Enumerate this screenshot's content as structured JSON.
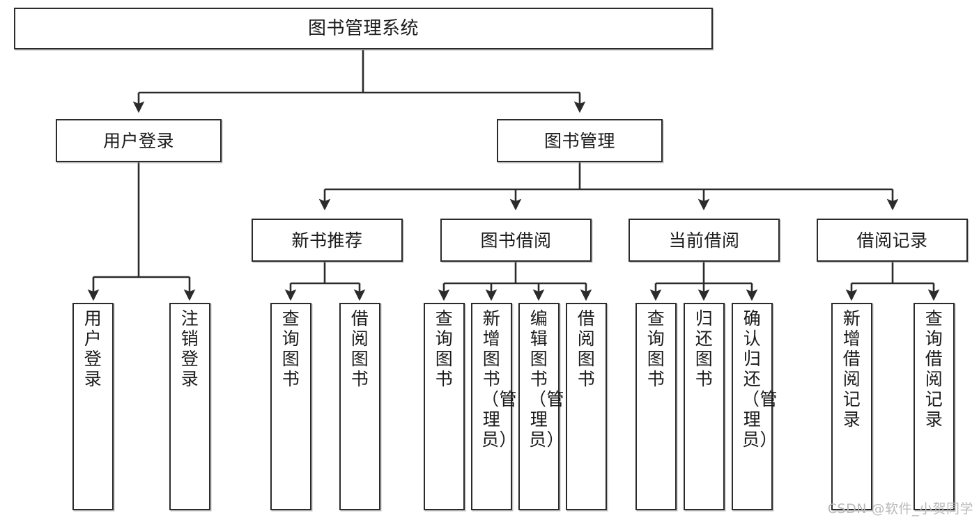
{
  "diagram": {
    "title": "图书管理系统",
    "type": "tree-hierarchy-chart",
    "orientation": "top-down",
    "colors": {
      "background": "#ffffff",
      "node_fill": "#ffffff",
      "node_border": "#2b2b2b",
      "edge": "#2b2b2b",
      "text": "#1b1b1b",
      "watermark": "#b9b9b9"
    },
    "root": {
      "label": "图书管理系统"
    },
    "level2": [
      {
        "label": "用户登录"
      },
      {
        "label": "图书管理"
      }
    ],
    "level3": [
      {
        "label": "新书推荐"
      },
      {
        "label": "图书借阅"
      },
      {
        "label": "当前借阅"
      },
      {
        "label": "借阅记录"
      }
    ],
    "leaves": {
      "user_login": [
        {
          "label": "用户登录"
        },
        {
          "label": "注销登录"
        }
      ],
      "new_book_recommend": [
        {
          "label": "查询图书"
        },
        {
          "label": "借阅图书"
        }
      ],
      "book_borrow": [
        {
          "label": "查询图书"
        },
        {
          "label": "新增图书（管理员）"
        },
        {
          "label": "编辑图书（管理员）"
        },
        {
          "label": "借阅图书"
        }
      ],
      "current_borrow": [
        {
          "label": "查询图书"
        },
        {
          "label": "归还图书"
        },
        {
          "label": "确认归还（管理员）"
        }
      ],
      "borrow_record": [
        {
          "label": "新增借阅记录"
        },
        {
          "label": "查询借阅记录"
        }
      ]
    }
  },
  "watermark": {
    "text": "CSDN @软件_小贺同学"
  }
}
